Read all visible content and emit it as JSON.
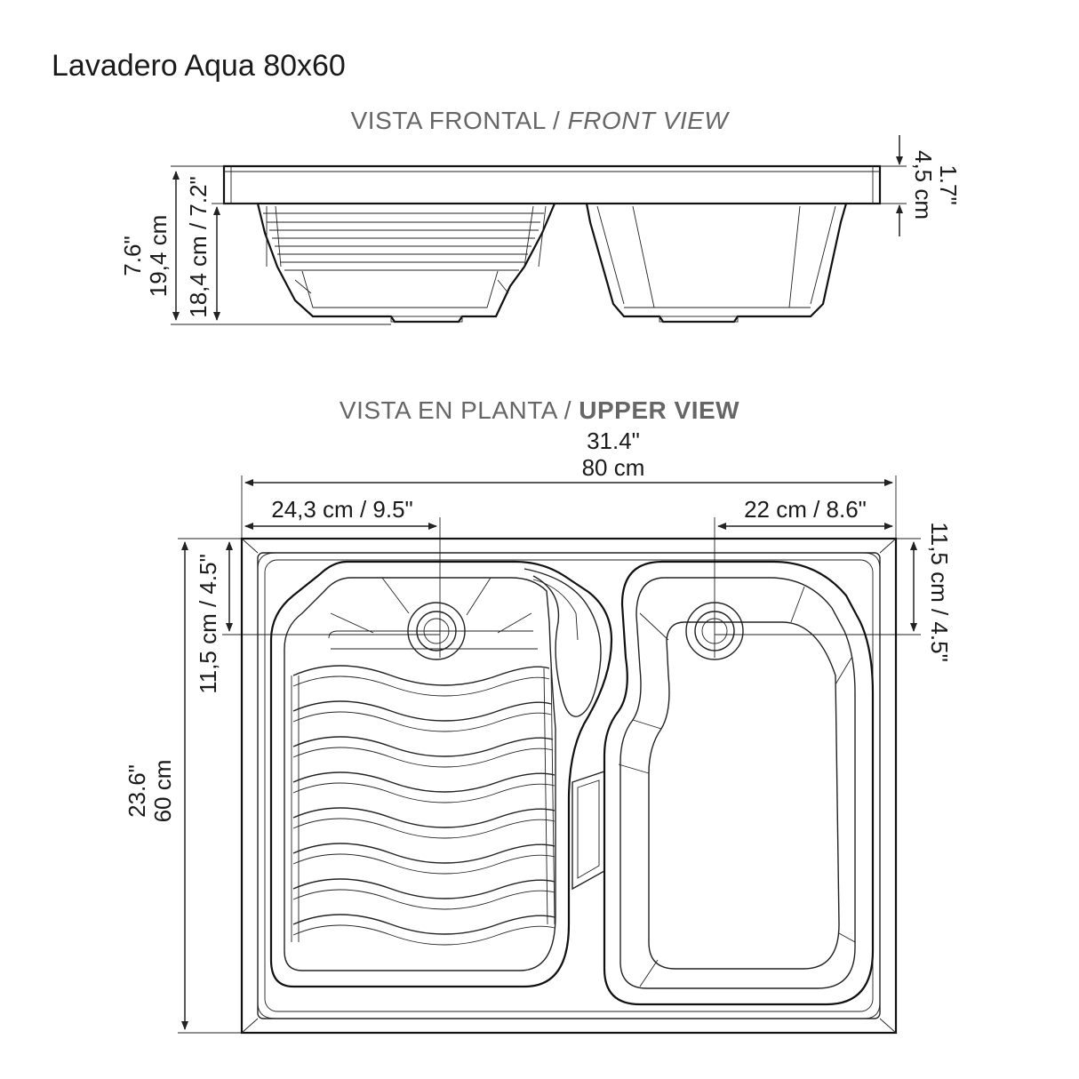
{
  "title": "Lavadero Aqua 80x60",
  "front_view": {
    "heading_es": "VISTA FRONTAL / ",
    "heading_en": "FRONT VIEW",
    "dim_total_in": "7.6\"",
    "dim_total_cm": "19,4 cm",
    "dim_basin": "18,4 cm / 7.2\"",
    "dim_top_in": "1.7\"",
    "dim_top_cm": "4,5 cm"
  },
  "upper_view": {
    "heading_es": "VISTA EN PLANTA / ",
    "heading_en": "UPPER VIEW",
    "width_in": "31.4\"",
    "width_cm": "80 cm",
    "left_drain_offset": "24,3 cm / 9.5\"",
    "right_drain_offset": "22 cm / 8.6\"",
    "left_drain_depth": "11,5 cm / 4.5\"",
    "right_drain_depth": "11,5 cm / 4.5\"",
    "depth_in": "23.6\"",
    "depth_cm": "60 cm"
  }
}
